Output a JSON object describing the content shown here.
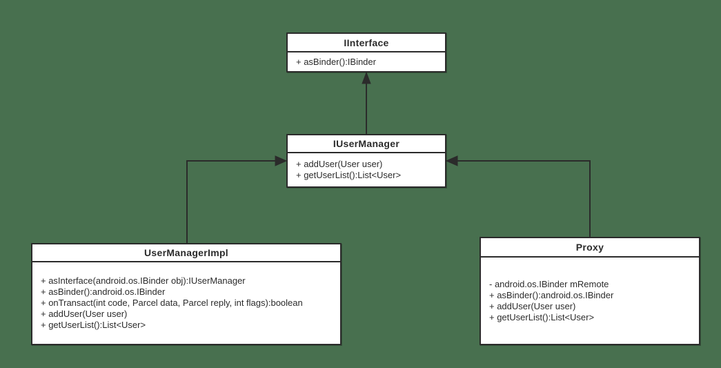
{
  "diagram": {
    "type": "uml-class-diagram",
    "colors": {
      "background": "#48704f",
      "box_fill": "#ffffff",
      "stroke": "#2b2b2b",
      "text": "#2b2b2b"
    }
  },
  "classes": [
    {
      "name": "IInterface",
      "members": [
        "+ asBinder():IBinder"
      ]
    },
    {
      "name": "IUserManager",
      "members": [
        "+ addUser(User user)",
        "+ getUserList():List<User>"
      ]
    },
    {
      "name": "UserManagerImpl",
      "members": [
        "+ asInterface(android.os.IBinder obj):IUserManager",
        "+ asBinder():android.os.IBinder",
        "+ onTransact(int code, Parcel data, Parcel reply, int flags):boolean",
        "+ addUser(User user)",
        "+ getUserList():List<User>"
      ]
    },
    {
      "name": "Proxy",
      "members": [
        "- android.os.IBinder mRemote",
        "+ asBinder():android.os.IBinder",
        "+ addUser(User user)",
        "+ getUserList():List<User>"
      ]
    }
  ],
  "relationships": [
    {
      "from": "IUserManager",
      "to": "IInterface",
      "type": "generalization"
    },
    {
      "from": "UserManagerImpl",
      "to": "IUserManager",
      "type": "generalization"
    },
    {
      "from": "Proxy",
      "to": "IUserManager",
      "type": "generalization"
    }
  ]
}
